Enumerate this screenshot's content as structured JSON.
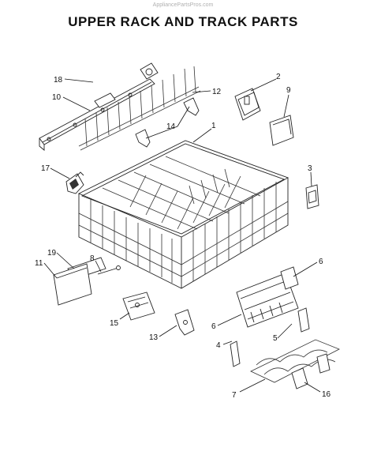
{
  "watermark": "AppliancePartsPros.com",
  "title": "UPPER RACK AND TRACK PARTS",
  "callouts": [
    "18",
    "10",
    "12",
    "2",
    "9",
    "14",
    "1",
    "17",
    "3",
    "19",
    "8",
    "11",
    "6",
    "15",
    "13",
    "6",
    "4",
    "5",
    "7",
    "16"
  ]
}
